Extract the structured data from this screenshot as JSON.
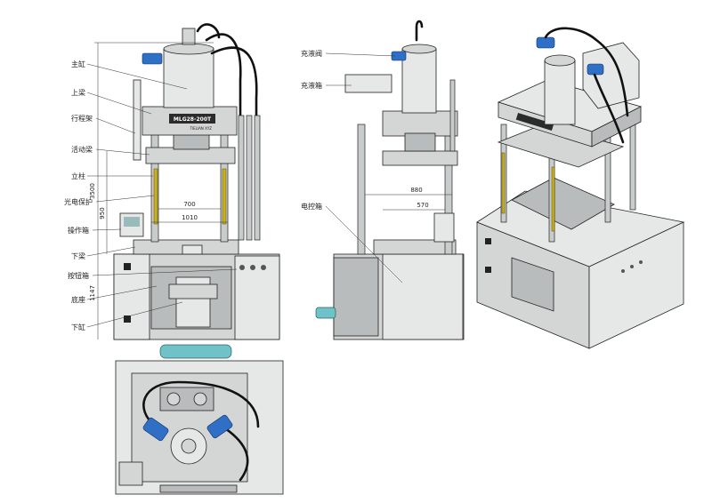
{
  "model_plate": "MLG28-200T",
  "plate_subtext": "TIELIAN XYZ",
  "front_view": {
    "labels": {
      "main_cylinder": "主缸",
      "upper_beam": "上梁",
      "stroke_frame": "行程架",
      "moving_beam": "活动梁",
      "column": "立柱",
      "light_curtain": "光电保护",
      "operation_box": "操作箱",
      "lower_beam": "下梁",
      "button_box": "按钮箱",
      "base": "底座",
      "lower_cylinder": "下缸"
    },
    "dimensions": {
      "height_upper": "3500",
      "height_table": "950",
      "height_base": "1147",
      "inner_width": "700",
      "column_span": "1010"
    }
  },
  "side_view": {
    "labels": {
      "fill_valve": "充液阀",
      "fill_tank": "充液箱",
      "electric_box": "电控箱"
    },
    "dimensions": {
      "depth_outer": "880",
      "depth_inner": "570"
    }
  },
  "colors": {
    "metal": "#d4d6d6",
    "hose": "#111111",
    "valve": "#2f6fc6",
    "light_curtain": "#c8b020",
    "filter": "#6fc2c8"
  }
}
